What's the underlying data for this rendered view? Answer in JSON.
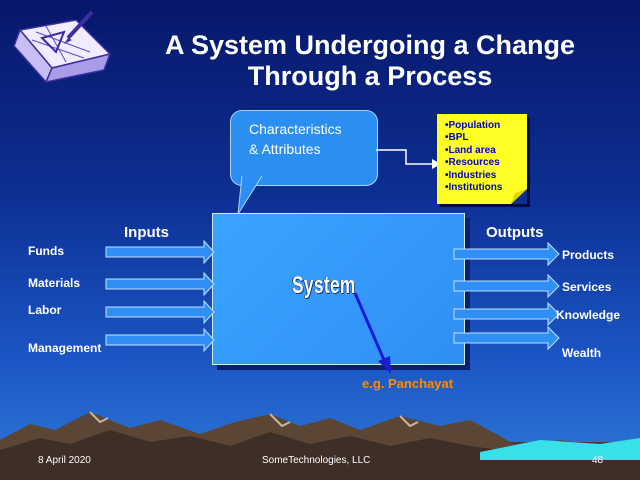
{
  "slide": {
    "title_line1": "A System Undergoing a Change",
    "title_line2": "Through a Process",
    "callout_line1": "Characteristics",
    "callout_line2": "& Attributes",
    "note_items": [
      "Population",
      "BPL",
      "Land area",
      "Resources",
      "Industries",
      "Institutions"
    ],
    "inputs_header": "Inputs",
    "outputs_header": "Outputs",
    "inputs": [
      "Funds",
      "Materials",
      "Labor",
      "Management"
    ],
    "outputs": [
      "Products",
      "Services",
      "Knowledge",
      "Wealth"
    ],
    "system_label": "System",
    "example_label": "e.g. Panchayat"
  },
  "footer": {
    "date": "8 April 2020",
    "company": "SomeTechnologies, LLC",
    "page": "48"
  },
  "colors": {
    "background": "#0d2f93",
    "system_box": "#3aa4ff",
    "note": "#ffff26",
    "note_text": "#0000c0",
    "example_text": "#ff8c00",
    "pointer_arrow": "#1a1ad8"
  },
  "icons": {
    "clipart": "blueprint-drafting-clipart"
  }
}
